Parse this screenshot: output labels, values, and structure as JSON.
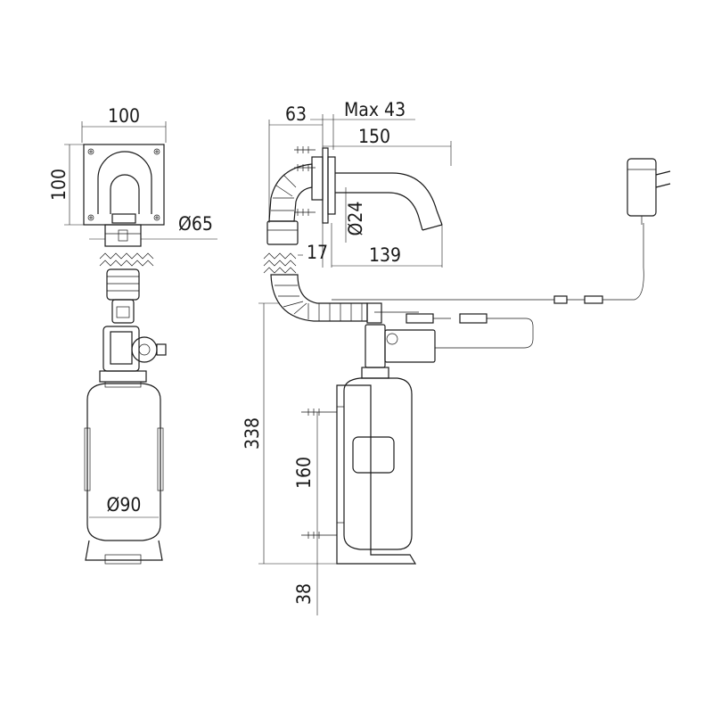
{
  "dimensions": {
    "front_width": "100",
    "front_height": "100",
    "flange_diameter": "Ø65",
    "bottle_diameter": "Ø90",
    "side_depth": "63",
    "max_depth": "Max 43",
    "spout_length": "150",
    "spout_diameter": "Ø24",
    "offset": "17",
    "spout_projection": "139",
    "total_height": "338",
    "bracket_spacing": "160",
    "bottom_clearance": "38"
  },
  "colors": {
    "line": "#1a1a1a",
    "background": "#ffffff"
  },
  "icons": [
    "power-adapter-icon",
    "plug-connector-icon"
  ]
}
